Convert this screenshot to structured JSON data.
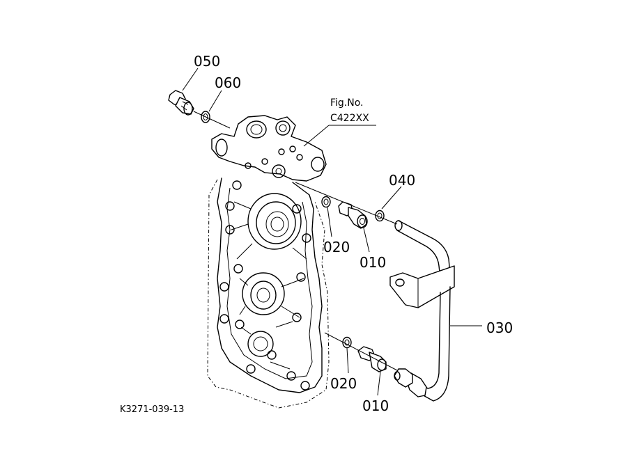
{
  "callouts": {
    "p050": "050",
    "p060": "060",
    "p040": "040",
    "p020_upper": "020",
    "p010_upper": "010",
    "p030": "030",
    "p020_lower": "020",
    "p010_lower": "010"
  },
  "figure_ref": {
    "line1": "Fig.No.",
    "line2": "C422XX"
  },
  "drawing_code": "K3271-039-13"
}
